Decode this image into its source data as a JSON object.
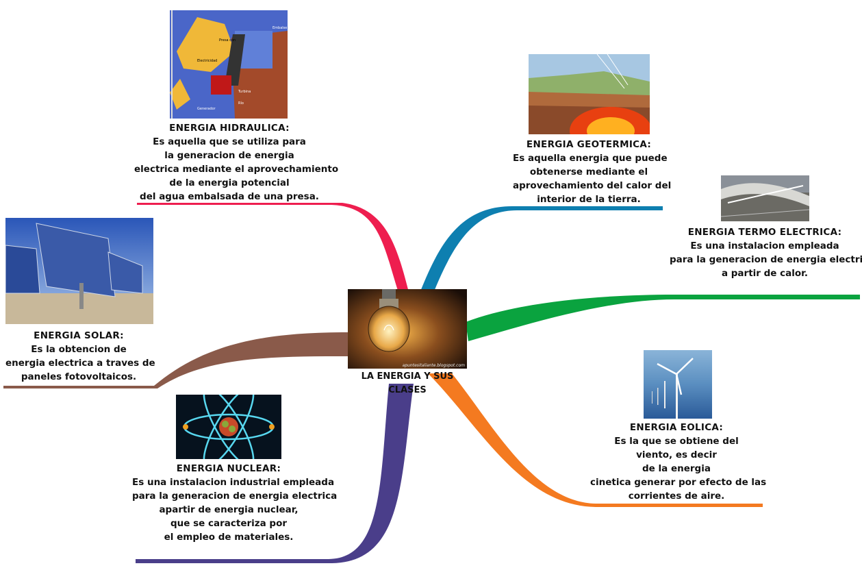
{
  "center": {
    "label_line1": "LA ENERGIA Y SUS",
    "label_line2": "CLASES",
    "image_watermark": "apuntesitaliante.blogspot.com",
    "image_icon": "light-bulb-photo"
  },
  "branches": {
    "hidraulica": {
      "color": "#ee1e4f",
      "icon": "dam-diagram-image",
      "image_labels": [
        "Presa con salida de agua",
        "Electricidad",
        "Turbina",
        "Embalse",
        "Generador",
        "Río"
      ],
      "title": "ENERGIA HIDRAULICA:",
      "lines": [
        "Es aquella que se utiliza para",
        "la generacion de energia",
        "electrica mediante el aprovechamiento",
        "de la energia potencial",
        "del agua embalsada de una presa."
      ]
    },
    "geotermica": {
      "color": "#0e7fb0",
      "icon": "geothermal-cross-section-image",
      "title": "ENERGIA GEOTERMICA:",
      "lines": [
        "Es aquella energia que puede",
        "obtenerse mediante el",
        "aprovechamiento del calor del",
        "interior de la tierra."
      ]
    },
    "termo": {
      "color": "#0aa33f",
      "icon": "thermoelectric-collector-image",
      "title": "ENERGIA TERMO ELECTRICA:",
      "lines": [
        "Es una instalacion empleada",
        "para la generacion de energia electrica",
        "a partir de calor."
      ]
    },
    "solar": {
      "color": "#8a5a4a",
      "icon": "solar-panels-image",
      "title": "ENERGIA SOLAR:",
      "lines": [
        "Es la obtencion de",
        "energia electrica a traves de",
        "paneles fotovoltaicos."
      ]
    },
    "nuclear": {
      "color": "#4a3e8a",
      "icon": "atom-image",
      "title": "ENERGIA NUCLEAR:",
      "lines": [
        "Es una instalacion industrial empleada",
        "para la generacion de energia electrica",
        "apartir de energia nuclear,",
        "que se caracteriza por",
        "el empleo de materiales."
      ]
    },
    "eolica": {
      "color": "#f47a20",
      "icon": "wind-turbines-image",
      "title": "ENERGIA EOLICA:",
      "lines": [
        "Es la que se obtiene del",
        "viento, es decir",
        "de la energia",
        "cinetica generar por efecto de las",
        "corrientes de aire."
      ]
    }
  }
}
